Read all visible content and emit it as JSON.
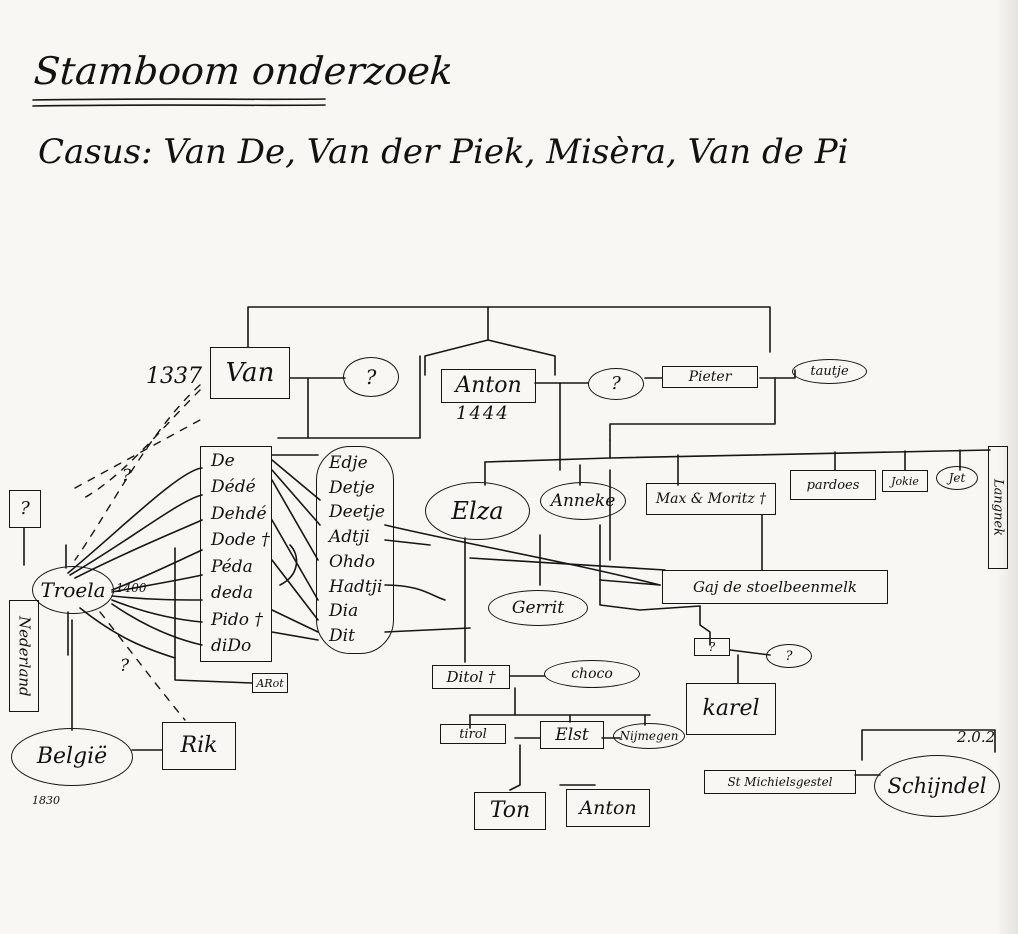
{
  "header": {
    "title": "Stamboom onderzoek",
    "casus": "Casus: Van De, Van der Piek, Misèra, Van de Pi"
  },
  "persons": {
    "van": "Van",
    "van_year": "1337",
    "q_van_partner": "?",
    "anton_top": "Anton",
    "anton_year": "1444",
    "q_anton_partner": "?",
    "pieter": "Pieter",
    "tautje": "tautje",
    "elza": "Elza",
    "anneke": "Anneke",
    "max_moritz": "Max & Moritz †",
    "pardoes": "pardoes",
    "jokie": "Jokie",
    "jet": "Jet",
    "langnek": "Langnek",
    "q_left": "?",
    "troela": "Troela",
    "troela_year": "1400",
    "nederland": "Nederland",
    "belgie": "België",
    "belgie_year": "1830",
    "rik": "Rik",
    "arot": "ARot",
    "q_dash_upper": "?",
    "q_dash_lower": "?",
    "gaj": "Gaj de stoelbeenmelk",
    "gerrit": "Gerrit",
    "q_small": "?",
    "q_small_oval": "?",
    "karel": "karel",
    "ditol": "Ditol †",
    "choco": "choco",
    "tirol": "tirol",
    "elst": "Elst",
    "nijmegen": "Nijmegen",
    "ton": "Ton",
    "anton_bottom": "Anton",
    "st_michielsgestel": "St Michielsgestel",
    "schijndel": "Schijndel",
    "date_note": "2.0.2"
  },
  "children_de": [
    "De",
    "Dédé",
    "Dehdé",
    "Dode †",
    "Péda",
    "deda",
    "Pido †",
    "diDo"
  ],
  "children_edje": [
    "Edje",
    "Detje",
    "Deetje",
    "Adtji",
    "Ohdo",
    "Hadtji",
    "Dia",
    "Dit"
  ]
}
